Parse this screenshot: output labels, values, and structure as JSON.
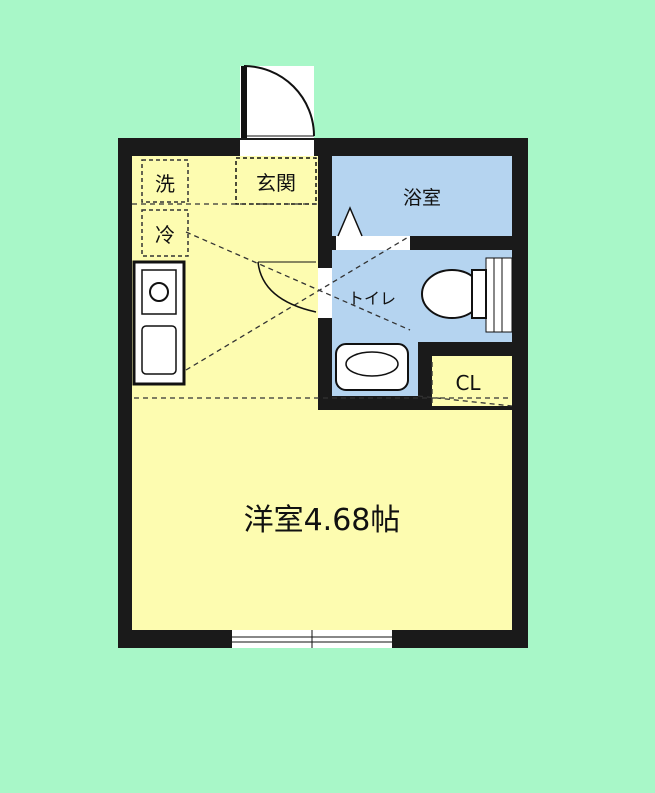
{
  "rooms": {
    "western_room": "洋室4.68帖",
    "bathroom": "浴室",
    "toilet": "トイレ",
    "entrance": "玄関",
    "closet": "CL",
    "washer_space": "洗",
    "fridge_space": "冷"
  },
  "colors": {
    "background": "#a8f7c8",
    "living_area": "#fdfcb0",
    "wet_area": "#b5d4f0",
    "wall": "#1a1a1a"
  }
}
